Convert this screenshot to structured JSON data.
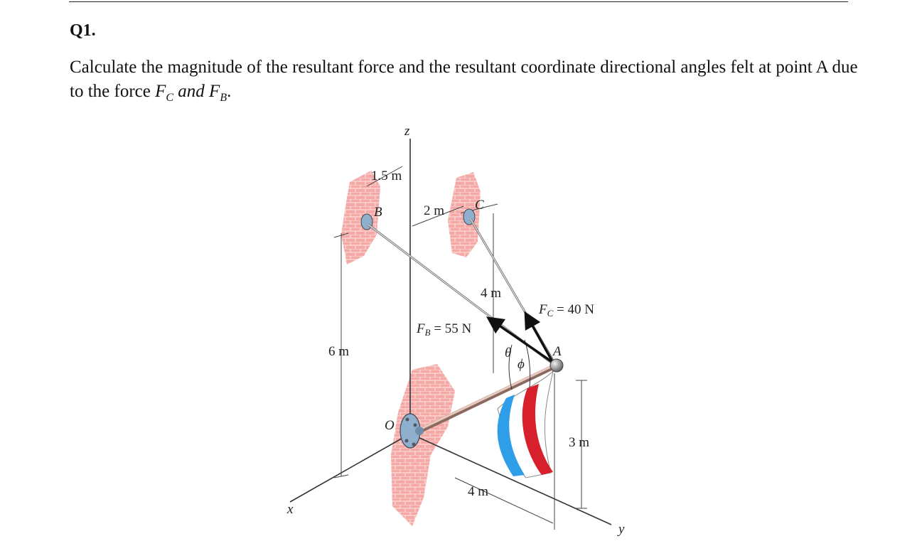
{
  "question": {
    "number": "Q1.",
    "text_before": "Calculate the magnitude of the resultant force and the resultant coordinate directional angles felt at point A due to the force ",
    "var1": "F",
    "var1_sub": "C",
    "connector": " and ",
    "var2": "F",
    "var2_sub": "B",
    "text_end": "."
  },
  "figure": {
    "axis_z": "z",
    "axis_x": "x",
    "axis_y": "y",
    "dim_1_5m": "1.5 m",
    "dim_2m": "2 m",
    "dim_4m_vertical": "4 m",
    "dim_6m": "6 m",
    "dim_3m": "3 m",
    "dim_4m_bottom": "4 m",
    "point_b": "B",
    "point_c": "C",
    "point_a": "A",
    "point_o": "O",
    "force_c": "F",
    "force_c_sub": "C",
    "force_c_value": " = 40 N",
    "force_b": "F",
    "force_b_sub": "B",
    "force_b_value": " = 55 N",
    "angle_theta": "θ",
    "angle_phi": "ϕ",
    "colors": {
      "wall": "#f2a0a0",
      "pole": "#d8b0a6",
      "bracket": "#8fb0cc",
      "flag_blue": "#2f9ee8",
      "flag_red": "#d8202c"
    }
  }
}
